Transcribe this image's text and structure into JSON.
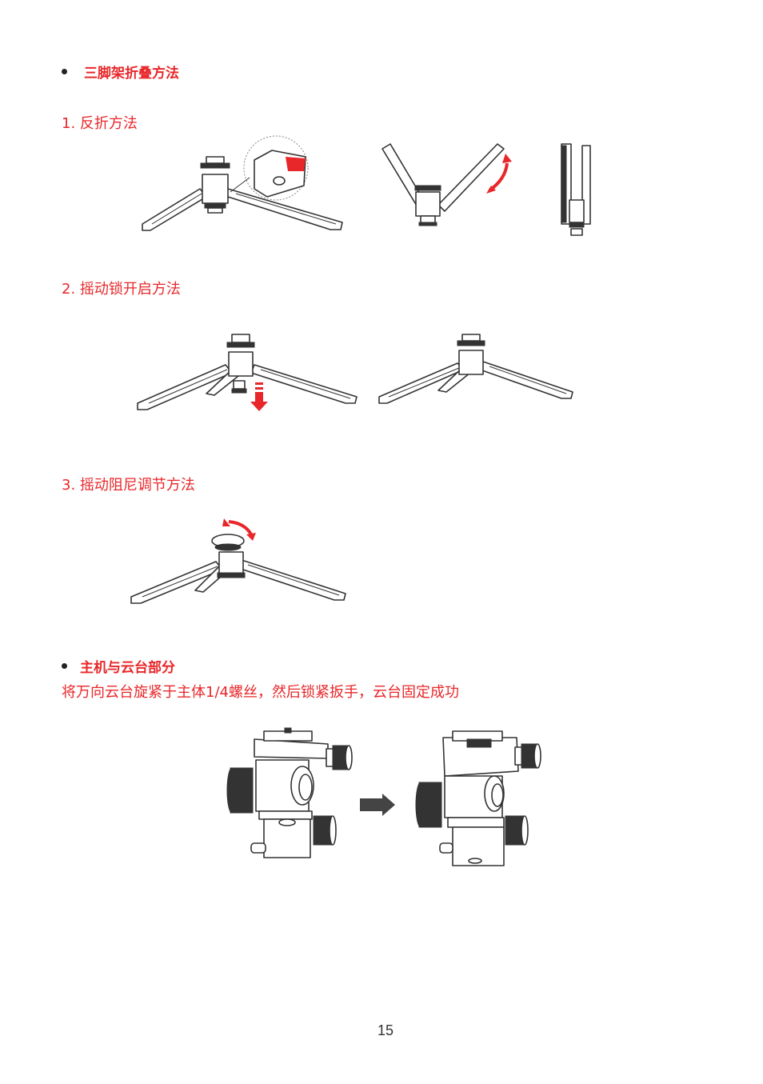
{
  "section1": {
    "title": "三脚架折叠方法"
  },
  "steps": [
    {
      "label": "1. 反折方法"
    },
    {
      "label": "2. 摇动锁开启方法"
    },
    {
      "label": "3. 摇动阻尼调节方法"
    }
  ],
  "section2": {
    "title": "主机与云台部分",
    "description": "将万向云台旋紧于主体1/4螺丝，然后锁紧扳手，云台固定成功"
  },
  "footer": {
    "page_number": "15"
  },
  "colors": {
    "accent": "#e8272a",
    "line": "#333333"
  },
  "icons": [
    "tripod-illustration",
    "arrow-down-icon",
    "rotate-arrow-icon",
    "arrow-right-icon",
    "ball-head-illustration"
  ]
}
